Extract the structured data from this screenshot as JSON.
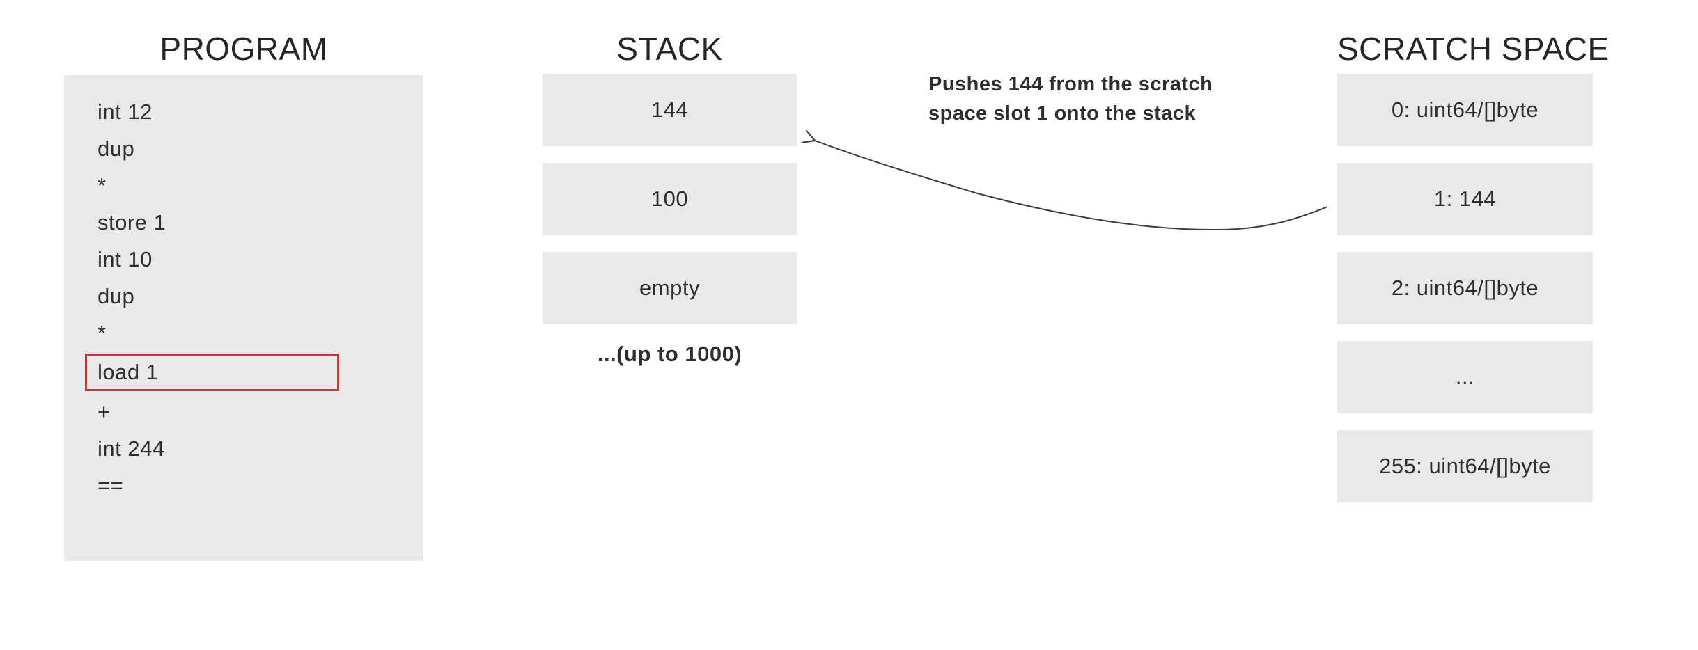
{
  "program": {
    "title": "PROGRAM",
    "instructions": [
      {
        "text": "int 12",
        "highlighted": false
      },
      {
        "text": "dup",
        "highlighted": false
      },
      {
        "text": "*",
        "highlighted": false
      },
      {
        "text": "store 1",
        "highlighted": false
      },
      {
        "text": "int 10",
        "highlighted": false
      },
      {
        "text": "dup",
        "highlighted": false
      },
      {
        "text": "*",
        "highlighted": false
      },
      {
        "text": "load 1",
        "highlighted": true
      },
      {
        "text": "+",
        "highlighted": false
      },
      {
        "text": "int 244",
        "highlighted": false
      },
      {
        "text": "==",
        "highlighted": false
      }
    ]
  },
  "stack": {
    "title": "STACK",
    "slots": [
      "144",
      "100",
      "empty"
    ],
    "note": "...(up to 1000)"
  },
  "scratch_space": {
    "title": "SCRATCH SPACE",
    "slots": [
      "0: uint64/[]byte",
      "1: 144",
      "2: uint64/[]byte",
      "...",
      "255: uint64/[]byte"
    ]
  },
  "annotation": {
    "line1": "Pushes 144 from the scratch",
    "line2": "space slot 1 onto the stack"
  },
  "colors": {
    "box_fill": "#e7e9eb",
    "text": "#2e2e2e",
    "highlight_border": "#b0413e",
    "arrow": "#3d3d3d",
    "background": "#ffffff"
  }
}
